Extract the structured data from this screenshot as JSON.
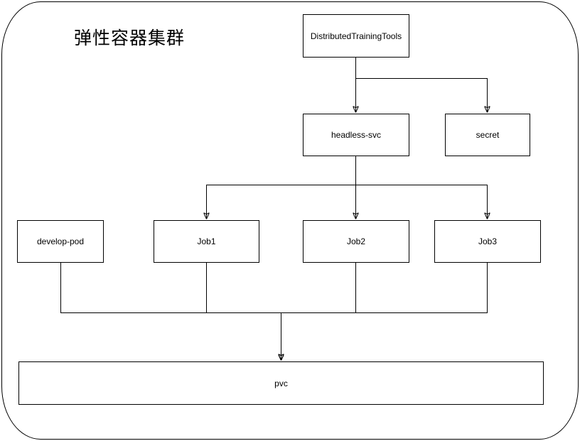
{
  "diagram": {
    "title": "弹性容器集群",
    "nodes": {
      "distributed_training_tools": {
        "label": "DistributedTrainingTools"
      },
      "headless_svc": {
        "label": "headless-svc"
      },
      "secret": {
        "label": "secret"
      },
      "develop_pod": {
        "label": "develop-pod"
      },
      "job1": {
        "label": "Job1"
      },
      "job2": {
        "label": "Job2"
      },
      "job3": {
        "label": "Job3"
      },
      "pvc": {
        "label": "pvc"
      }
    },
    "edges": [
      {
        "from": "DistributedTrainingTools",
        "to": "headless-svc"
      },
      {
        "from": "DistributedTrainingTools",
        "to": "secret"
      },
      {
        "from": "headless-svc",
        "to": "Job1"
      },
      {
        "from": "headless-svc",
        "to": "Job2"
      },
      {
        "from": "headless-svc",
        "to": "Job3"
      },
      {
        "from": "develop-pod",
        "to": "pvc"
      },
      {
        "from": "Job1",
        "to": "pvc"
      },
      {
        "from": "Job2",
        "to": "pvc"
      },
      {
        "from": "Job3",
        "to": "pvc"
      }
    ],
    "colors": {
      "background": "#ffffff",
      "node_fill": "#ffffff",
      "stroke": "#000000",
      "text": "#000000"
    }
  }
}
